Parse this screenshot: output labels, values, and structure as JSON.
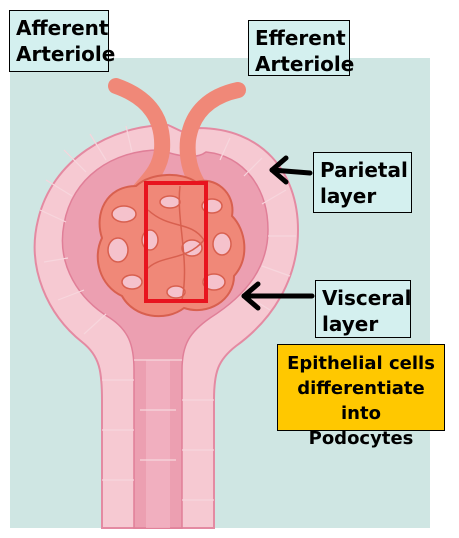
{
  "labels": {
    "afferent": [
      "Afferent",
      "Arteriole"
    ],
    "efferent": [
      "Efferent",
      "Arteriole"
    ],
    "parietal": [
      "Parietal",
      "layer"
    ],
    "visceral": [
      "Visceral",
      "layer"
    ],
    "note": [
      "Epithelial cells",
      "differentiate",
      "into Podocytes"
    ]
  },
  "colors": {
    "background_panel": "#cfe6e3",
    "capsule_outer": "#f6c9d2",
    "capsule_inner": "#ec9fb1",
    "glomerulus": "#f08878",
    "highlight_box": "#e8141e",
    "note_box": "#ffc800",
    "label_box": "#d4f0ef"
  }
}
